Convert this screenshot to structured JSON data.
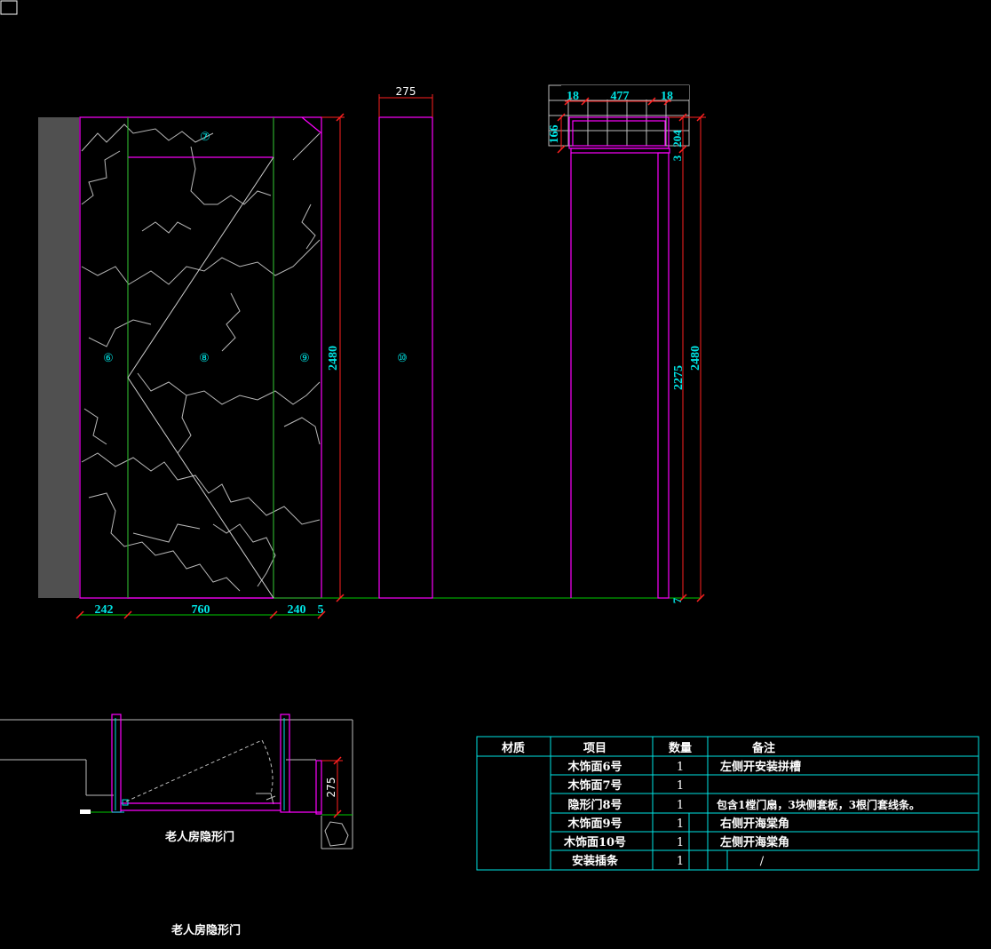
{
  "drawing": {
    "colors": {
      "magenta": "#ff00ff",
      "green": "#00cc00",
      "cyan": "#00e5e5",
      "red": "#ff2020",
      "white": "#ffffff",
      "gray": "#b0b0b0",
      "background": "#000000"
    },
    "elevation": {
      "panel_labels": [
        "⑦",
        "⑥",
        "⑧",
        "⑨",
        "⑩"
      ],
      "bottom_dims": [
        "242",
        "760",
        "240",
        "5"
      ],
      "height_dim": "2480"
    },
    "side_panel": {
      "width_dim": "275"
    },
    "frame": {
      "top_dims": [
        "18",
        "477",
        "18"
      ],
      "left_dim": "166",
      "right_dims": [
        "204",
        "3"
      ],
      "inner_height_dim": "2275",
      "total_height_dim": "2480",
      "bottom_dim": "7"
    },
    "plan": {
      "caption": "老人房隐形门",
      "depth_dim": "275"
    },
    "footer_caption": "老人房隐形门"
  },
  "schedule": {
    "headers": [
      "材质",
      "项目",
      "数量",
      "备注"
    ],
    "rows": [
      {
        "item": "木饰面6号",
        "qty": "1",
        "note": "左侧开安装拼槽"
      },
      {
        "item": "木饰面7号",
        "qty": "1",
        "note": ""
      },
      {
        "item": "隐形门8号",
        "qty": "1",
        "note": "包含1樘门扇，3块侧套板，3根门套线条。"
      },
      {
        "item": "木饰面9号",
        "qty": "1",
        "note": "右侧开海棠角"
      },
      {
        "item": "木饰面10号",
        "qty": "1",
        "note": "左侧开海棠角"
      },
      {
        "item": "安装插条",
        "qty": "1",
        "note": "/"
      }
    ]
  }
}
